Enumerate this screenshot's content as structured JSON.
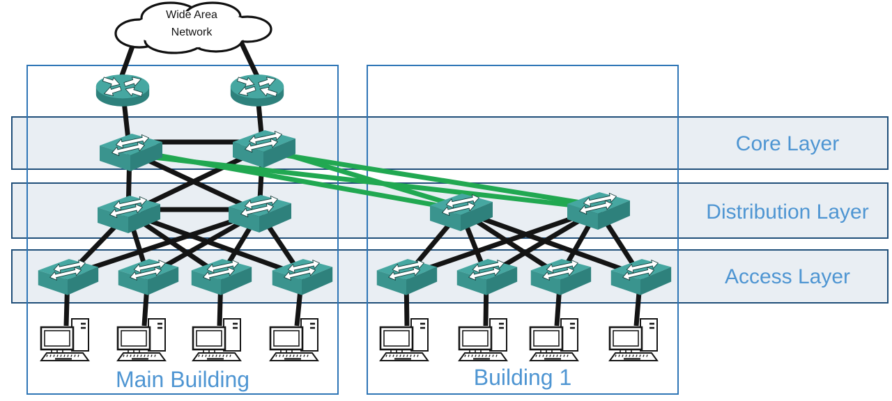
{
  "diagram": {
    "wan_label": "Wide Area Network",
    "layers": [
      {
        "id": "core",
        "label": "Core Layer"
      },
      {
        "id": "distribution",
        "label": "Distribution Layer"
      },
      {
        "id": "access",
        "label": "Access Layer"
      }
    ],
    "buildings": [
      {
        "id": "main-building",
        "label": "Main Building",
        "distribution_switches": 2,
        "access_switches": 4,
        "workstations": 4
      },
      {
        "id": "building-1",
        "label": "Building 1",
        "distribution_switches": 2,
        "access_switches": 4,
        "workstations": 4
      }
    ],
    "devices": {
      "routers": 2,
      "core_switches": 2,
      "distribution_switches": 4,
      "access_switches": 8,
      "workstations": 8
    },
    "icons": {
      "cloud": "wan-cloud-icon",
      "router": "router-icon",
      "switch": "switch-icon",
      "workstation": "workstation-icon"
    }
  },
  "colors": {
    "page_bg": "#FFFFFF",
    "band_fill": "#E9EEF3",
    "band_border": "#1F4E79",
    "box_border": "#2E75B6",
    "label_blue": "#4E95D2",
    "link_black": "#141414",
    "link_green": "#21A851",
    "device_teal_top": "#46A7A1",
    "device_teal_mid": "#3A948E",
    "device_teal_dark": "#2E817C"
  }
}
